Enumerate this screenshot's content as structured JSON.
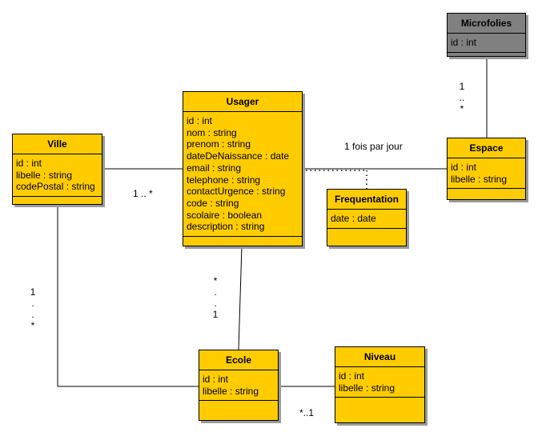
{
  "classes": {
    "microfolies": {
      "name": "Microfolies",
      "attributes": [
        "id : int"
      ]
    },
    "usager": {
      "name": "Usager",
      "attributes": [
        "id : int",
        "nom : string",
        "prenom : string",
        "dateDeNaissance : date",
        "email : string",
        "telephone : string",
        "contactUrgence : string",
        "code : string",
        "scolaire : boolean",
        "description : string"
      ]
    },
    "ville": {
      "name": "Ville",
      "attributes": [
        "id : int",
        "libelle : string",
        "codePostal : string"
      ]
    },
    "espace": {
      "name": "Espace",
      "attributes": [
        "id : int",
        "libelle : string"
      ]
    },
    "frequentation": {
      "name": "Frequentation",
      "attributes": [
        "date : date"
      ]
    },
    "ecole": {
      "name": "Ecole",
      "attributes": [
        "id : int",
        "libelle : string"
      ]
    },
    "niveau": {
      "name": "Niveau",
      "attributes": [
        "id : int",
        "libelle : string"
      ]
    }
  },
  "labels": {
    "espace_usager": "1 fois par jour",
    "ville_usager": "1 .. *",
    "ecole_niveau": "*..1"
  },
  "multiplicities": {
    "microfolies_espace": [
      "1",
      "..",
      "*"
    ],
    "usager_ecole": [
      "*",
      ".",
      ".",
      "1"
    ],
    "ville_ecole": [
      "1",
      ".",
      ".",
      "*"
    ]
  }
}
